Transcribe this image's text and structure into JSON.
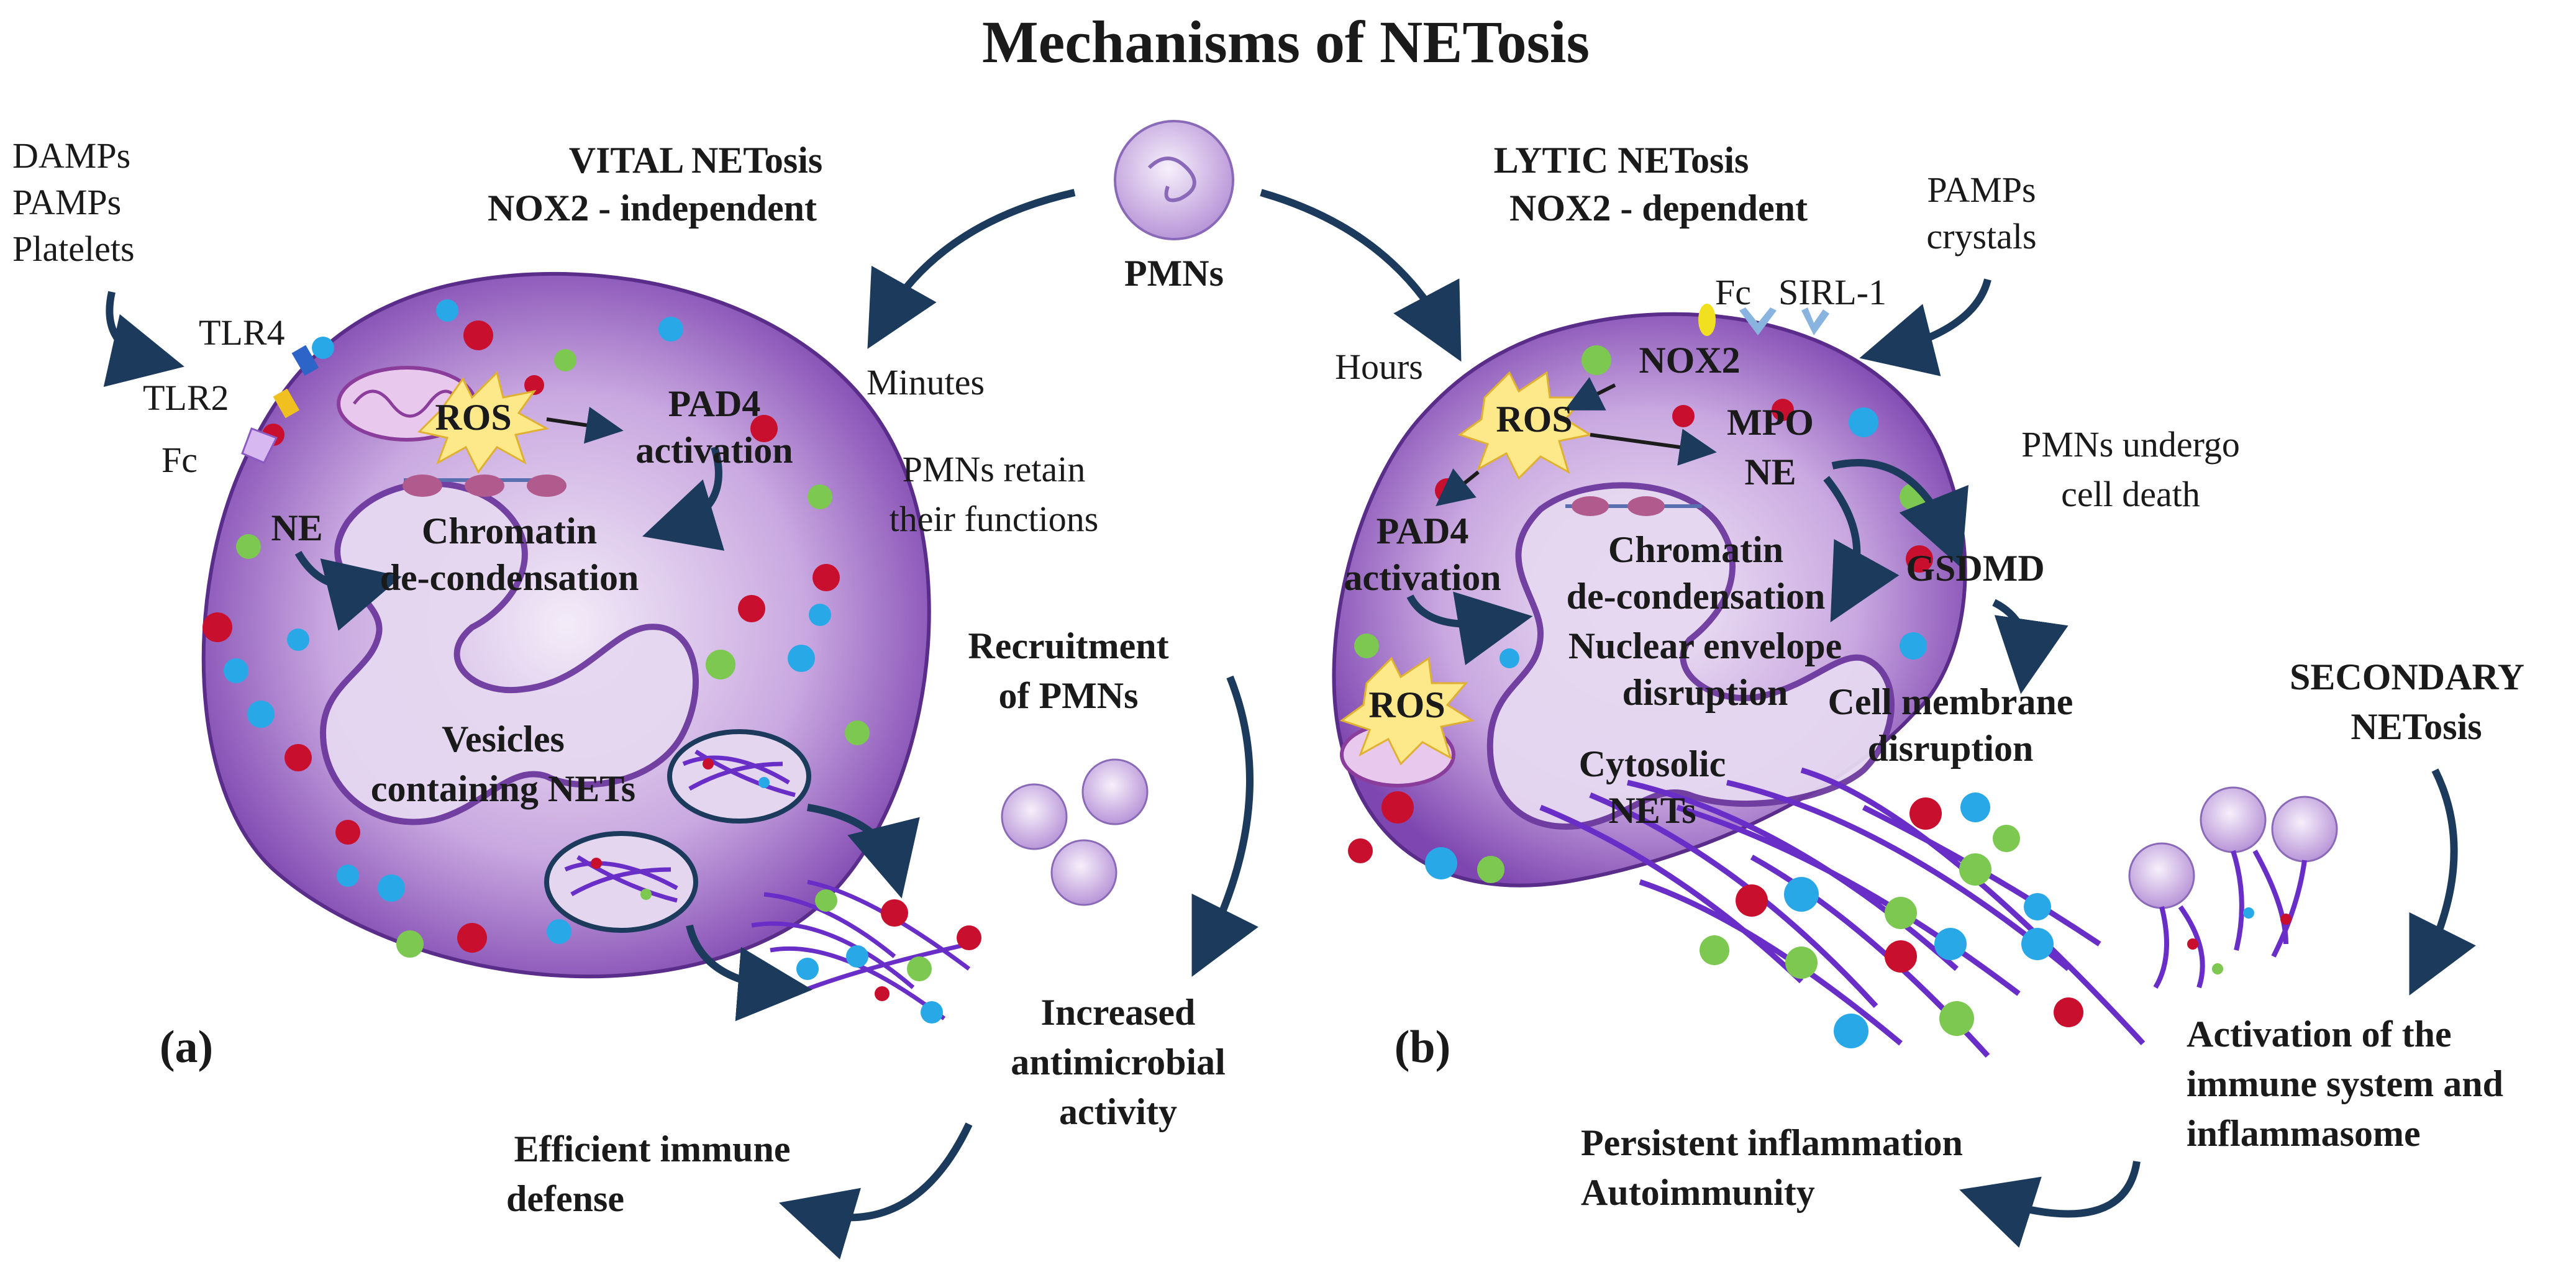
{
  "title": "Mechanisms of NETosis",
  "center": {
    "pmns_label": "PMNs",
    "minutes_label": "Minutes",
    "hours_label": "Hours"
  },
  "left_panel": {
    "panel_label": "(a)",
    "heading_line1": "VITAL NETosis",
    "heading_line2": "NOX2 - independent",
    "stimuli": [
      "DAMPs",
      "PAMPs",
      "Platelets"
    ],
    "receptors": [
      "TLR4",
      "TLR2",
      "Fc"
    ],
    "ros_label": "ROS",
    "pad4_line1": "PAD4",
    "pad4_line2": "activation",
    "ne_label": "NE",
    "chromatin_line1": "Chromatin",
    "chromatin_line2": "de-condensation",
    "vesicles_line1": "Vesicles",
    "vesicles_line2": "containing NETs",
    "retain_line1": "PMNs retain",
    "retain_line2": "their functions",
    "recruitment_line1": "Recruitment",
    "recruitment_line2": "of PMNs",
    "antimicrobial": [
      "Increased",
      "antimicrobial",
      "activity"
    ],
    "defense_line1": "Efficient immune",
    "defense_line2": "defense"
  },
  "right_panel": {
    "panel_label": "(b)",
    "heading_line1": "LYTIC NETosis",
    "heading_line2": "NOX2 - dependent",
    "stimuli": [
      "PAMPs",
      "crystals"
    ],
    "receptors": [
      "Fc",
      "SIRL-1"
    ],
    "nox2_label": "NOX2",
    "ros_label": "ROS",
    "ros2_label": "ROS",
    "mpo_label": "MPO",
    "ne_label": "NE",
    "pad4_line1": "PAD4",
    "pad4_line2": "activation",
    "chromatin_line1": "Chromatin",
    "chromatin_line2": "de-condensation",
    "envelope_line1": "Nuclear envelope",
    "envelope_line2": "disruption",
    "gsdmd_label": "GSDMD",
    "membrane_line1": "Cell membrane",
    "membrane_line2": "disruption",
    "cytosolic_line1": "Cytosolic",
    "cytosolic_line2": "NETs",
    "death_line1": "PMNs undergo",
    "death_line2": "cell death",
    "secondary_line1": "SECONDARY",
    "secondary_line2": "NETosis",
    "activation": [
      "Activation of the",
      "immune system and",
      "inflammasome"
    ],
    "inflammation_line1": "Persistent inflammation",
    "inflammation_line2": "Autoimmunity"
  },
  "colors": {
    "cell_fill": "#a070c8",
    "cell_inner": "#e8dcf2",
    "nucleus": "#6d3a9e",
    "net_fiber": "#6a2ec8",
    "granule_red": "#c8102e",
    "granule_cyan": "#29a8e8",
    "granule_green": "#7cc850",
    "ros_star": "#fde88a",
    "arrow": "#1c3a5c"
  }
}
